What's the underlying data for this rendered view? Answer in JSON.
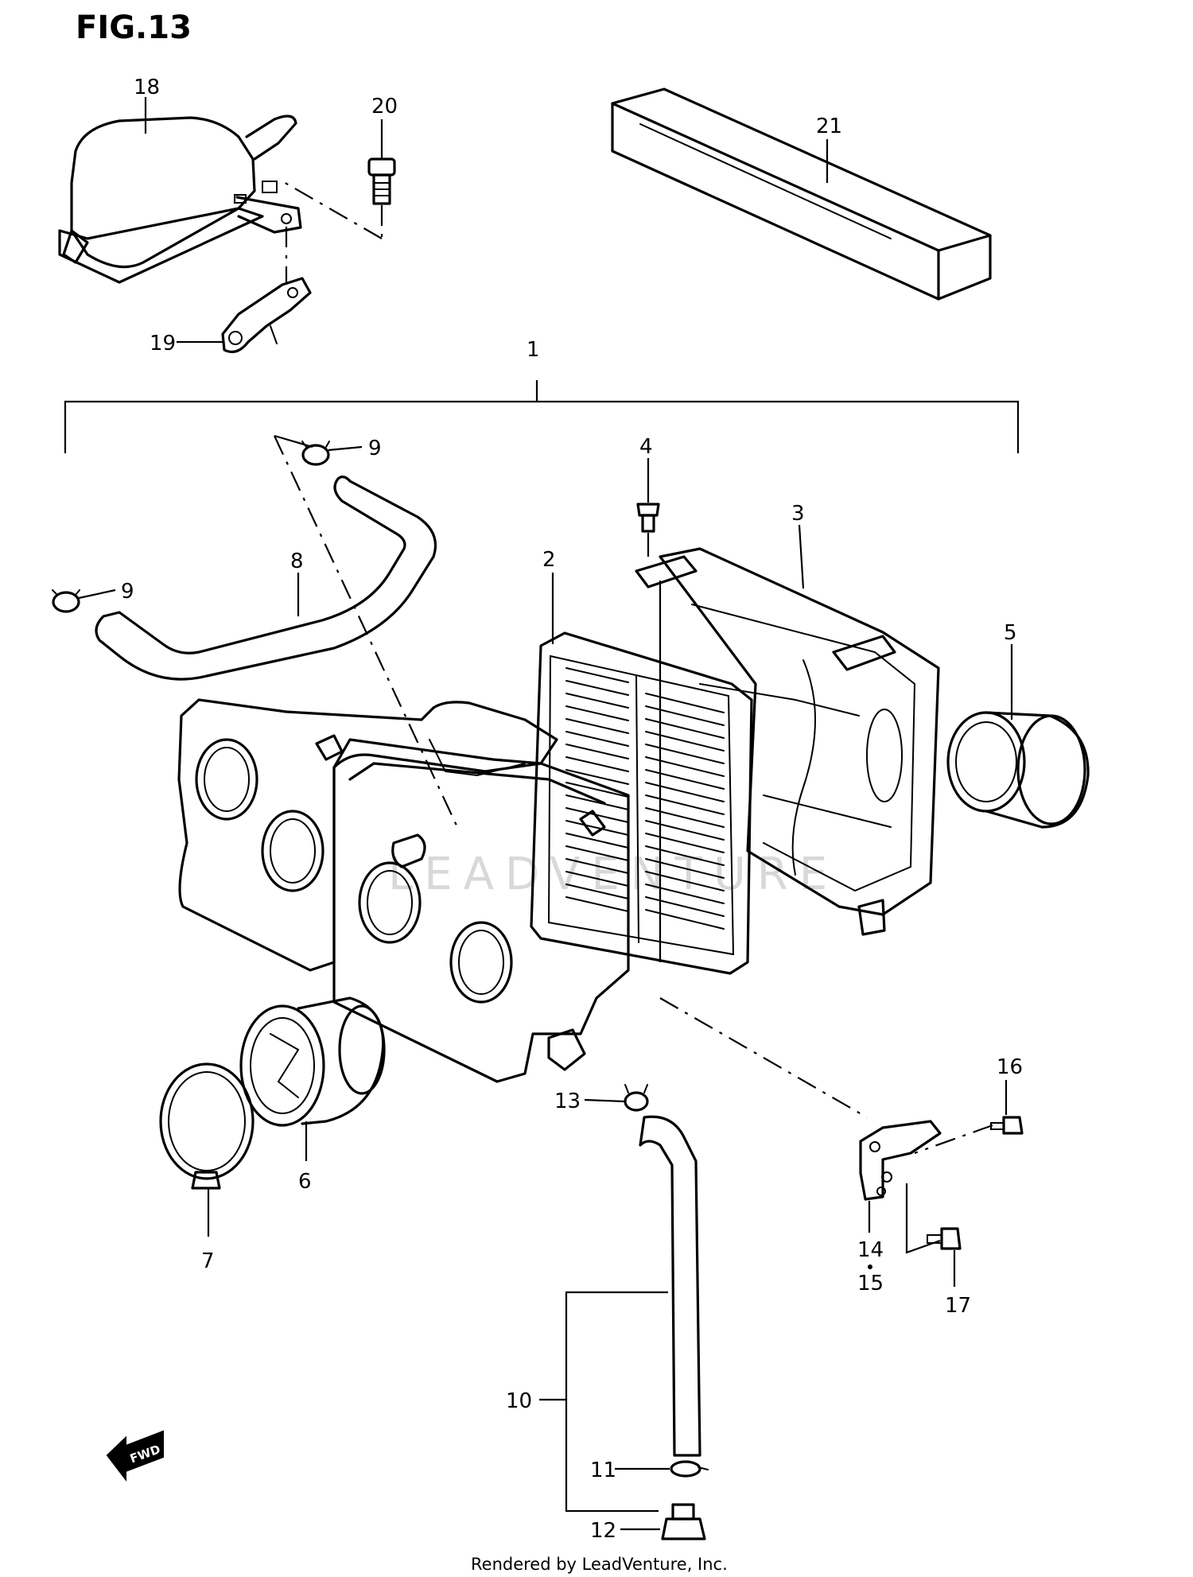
{
  "figure": {
    "title": "FIG.13",
    "footer": "Rendered by LeadVenture, Inc.",
    "watermark": "LEADVENTURE",
    "forward_marker": "FWD"
  },
  "callouts": [
    "1",
    "2",
    "3",
    "4",
    "5",
    "6",
    "7",
    "8",
    "9",
    "9",
    "10",
    "11",
    "12",
    "13",
    "14",
    "15",
    "16",
    "17",
    "18",
    "19",
    "20",
    "21"
  ]
}
